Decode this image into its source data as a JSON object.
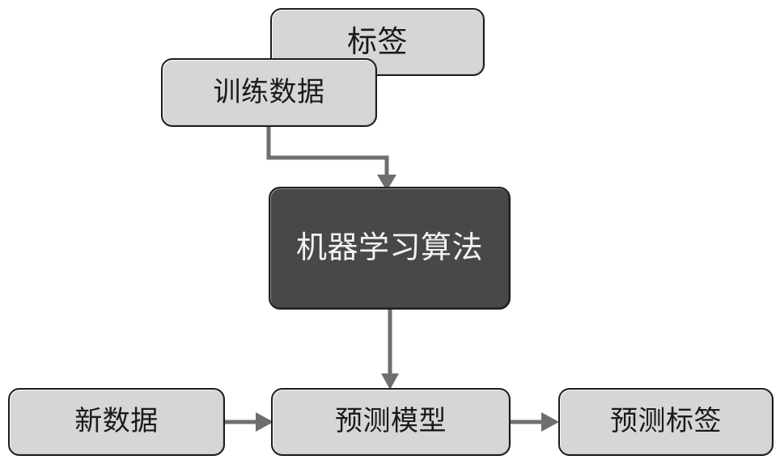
{
  "diagram": {
    "title": "",
    "colors": {
      "box_light_fill": "#d6d6d6",
      "box_dark_fill": "#4a4749",
      "box_border": "#1c1c1c",
      "connector": "#6e6e6e",
      "text_dark": "#1a1a1a",
      "text_light": "#f2f2f2",
      "background": "#ffffff"
    },
    "nodes": [
      {
        "id": "labels",
        "label": "标签",
        "style": "light"
      },
      {
        "id": "training",
        "label": "训练数据",
        "style": "light"
      },
      {
        "id": "algorithm",
        "label": "机器学习算法",
        "style": "dark"
      },
      {
        "id": "newdata",
        "label": "新数据",
        "style": "light"
      },
      {
        "id": "predmodel",
        "label": "预测模型",
        "style": "light"
      },
      {
        "id": "predlabels",
        "label": "预测标签",
        "style": "light"
      }
    ],
    "edges": [
      {
        "id": "training-to-algorithm",
        "from": "training",
        "to": "algorithm",
        "label": "",
        "shape": "elbow",
        "arrow": "down"
      },
      {
        "id": "algorithm-to-predmodel",
        "from": "algorithm",
        "to": "predmodel",
        "label": "",
        "shape": "straight",
        "arrow": "down"
      },
      {
        "id": "newdata-to-predmodel",
        "from": "newdata",
        "to": "predmodel",
        "label": "",
        "shape": "straight",
        "arrow": "right"
      },
      {
        "id": "predmodel-to-predlabels",
        "from": "predmodel",
        "to": "predlabels",
        "label": "",
        "shape": "straight",
        "arrow": "right"
      }
    ]
  }
}
